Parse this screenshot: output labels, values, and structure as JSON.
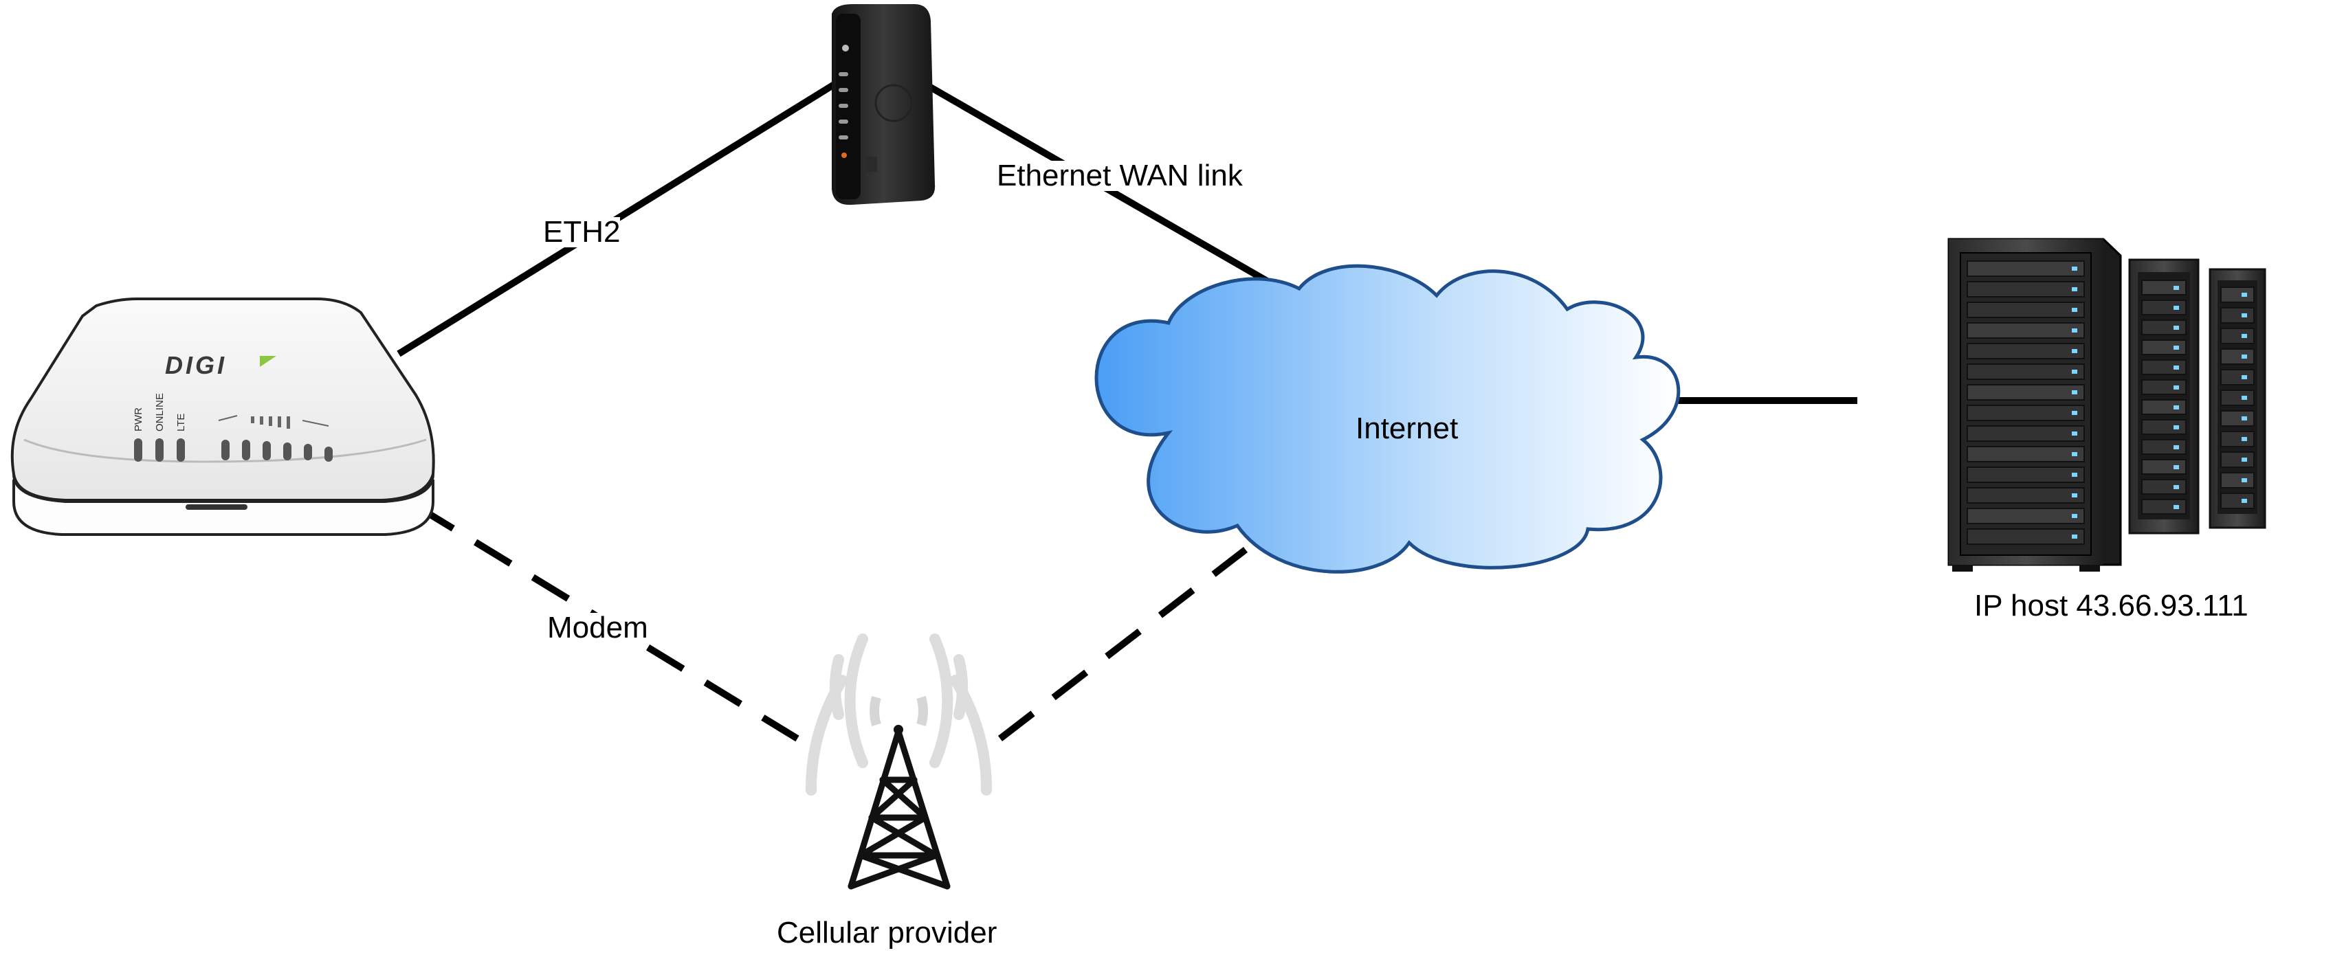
{
  "diagram": {
    "links": {
      "eth2": "ETH2",
      "ethernet_wan": "Ethernet WAN link",
      "modem": "Modem"
    },
    "nodes": {
      "internet": "Internet",
      "cellular": "Cellular provider",
      "ip_host": "IP host 43.66.93.111",
      "router_brand": "DIGI",
      "router_leds": [
        "PWR",
        "ONLINE",
        "LTE"
      ]
    },
    "colors": {
      "cloud_left": "#4da0f5",
      "cloud_right": "#ffffff",
      "cloud_stroke": "#1f4e8c",
      "brand_accent": "#8dc63f",
      "tower_wave": "#dcdcdc"
    }
  }
}
